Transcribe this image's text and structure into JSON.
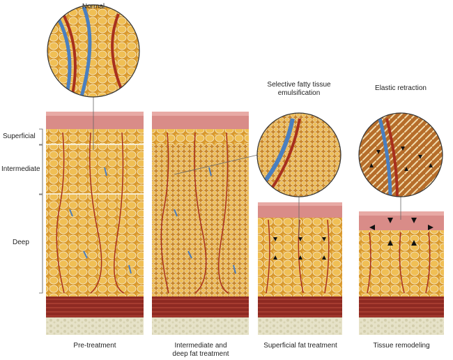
{
  "title_labels": {
    "normal": "Normal",
    "emulsification": "Selective fatty tissue emulsification",
    "retraction": "Elastic retraction"
  },
  "layers": {
    "superficial": "Superficial",
    "intermediate": "Intermediate",
    "deep": "Deep"
  },
  "stages": [
    {
      "label": "Pre-treatment"
    },
    {
      "label": "Intermediate and deep fat treatment"
    },
    {
      "label": "Superficial fat treatment"
    },
    {
      "label": "Tissue remodeling"
    }
  ],
  "colors": {
    "skin": "#d98c88",
    "fat": "#e8b04a",
    "septa": "#f5ecd0",
    "muscle": "#8e2a22",
    "base": "#e6e2c8",
    "artery": "#a8301e",
    "vein": "#4a7fc0"
  }
}
